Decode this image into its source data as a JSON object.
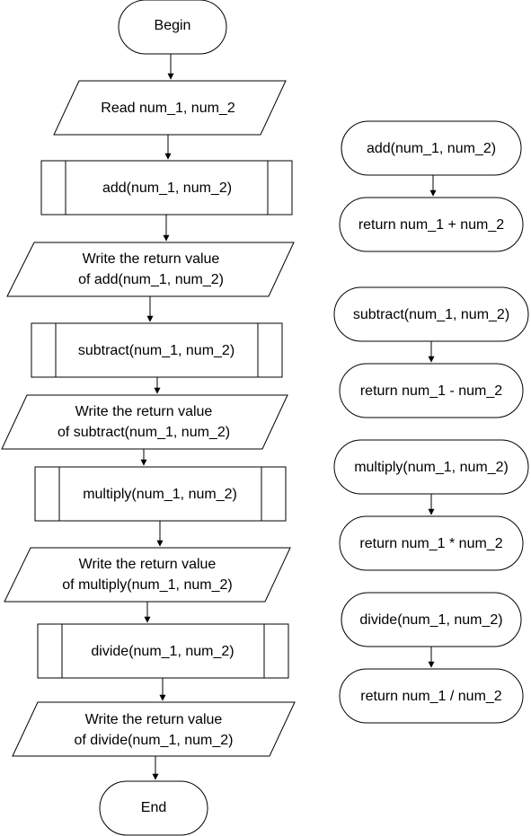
{
  "main_flow": {
    "begin": "Begin",
    "read": "Read num_1, num_2",
    "add_call": "add(num_1, num_2)",
    "write_add": [
      "Write the return value",
      "of add(num_1, num_2)"
    ],
    "subtract_call": "subtract(num_1, num_2)",
    "write_subtract": [
      "Write the return value",
      "of subtract(num_1, num_2)"
    ],
    "multiply_call": "multiply(num_1, num_2)",
    "write_multiply": [
      "Write the return value",
      "of multiply(num_1, num_2)"
    ],
    "divide_call": "divide(num_1, num_2)",
    "write_divide": [
      "Write the return value",
      "of divide(num_1, num_2)"
    ],
    "end": "End"
  },
  "functions": {
    "add": {
      "header": "add(num_1, num_2)",
      "body": "return num_1 + num_2"
    },
    "subtract": {
      "header": "subtract(num_1, num_2)",
      "body": "return num_1 - num_2"
    },
    "multiply": {
      "header": "multiply(num_1, num_2)",
      "body": "return num_1 * num_2"
    },
    "divide": {
      "header": "divide(num_1, num_2)",
      "body": "return num_1 / num_2"
    }
  },
  "colors": {
    "stroke": "#000000",
    "fill": "#ffffff",
    "text": "#000000"
  }
}
